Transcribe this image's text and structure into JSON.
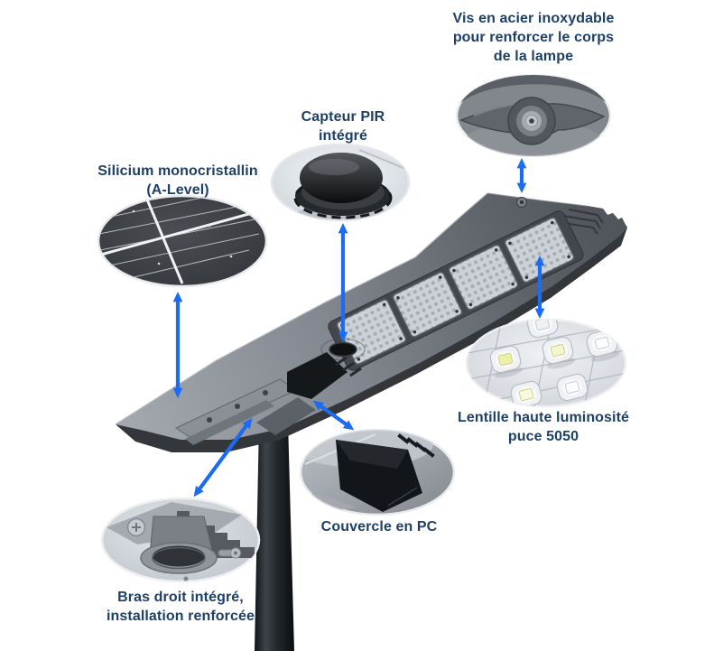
{
  "colors": {
    "label_text": "#1e4066",
    "arrow_blue": "#1c6cf2",
    "lamp_body_gray": "#7f848c",
    "lamp_dark_gray": "#33373c",
    "pole_black": "#141619",
    "led_panel_gray": "#ccd1d7",
    "led_chip_yellow": "#ecf1a8"
  },
  "callouts": {
    "vis_acier": {
      "lines": [
        "Vis en acier inoxydable",
        "pour renforcer le corps",
        "de la lampe"
      ]
    },
    "capteur_pir": {
      "lines": [
        "Capteur PIR",
        "intégré"
      ]
    },
    "silicium": {
      "lines": [
        "Silicium monocristallin",
        "(A-Level)"
      ]
    },
    "lentille": {
      "lines": [
        "Lentille haute luminosité",
        "puce 5050"
      ]
    },
    "couvercle": {
      "lines": [
        "Couvercle en PC"
      ]
    },
    "bras_droit": {
      "lines": [
        "Bras droit intégré,",
        "installation renforcée"
      ]
    }
  }
}
